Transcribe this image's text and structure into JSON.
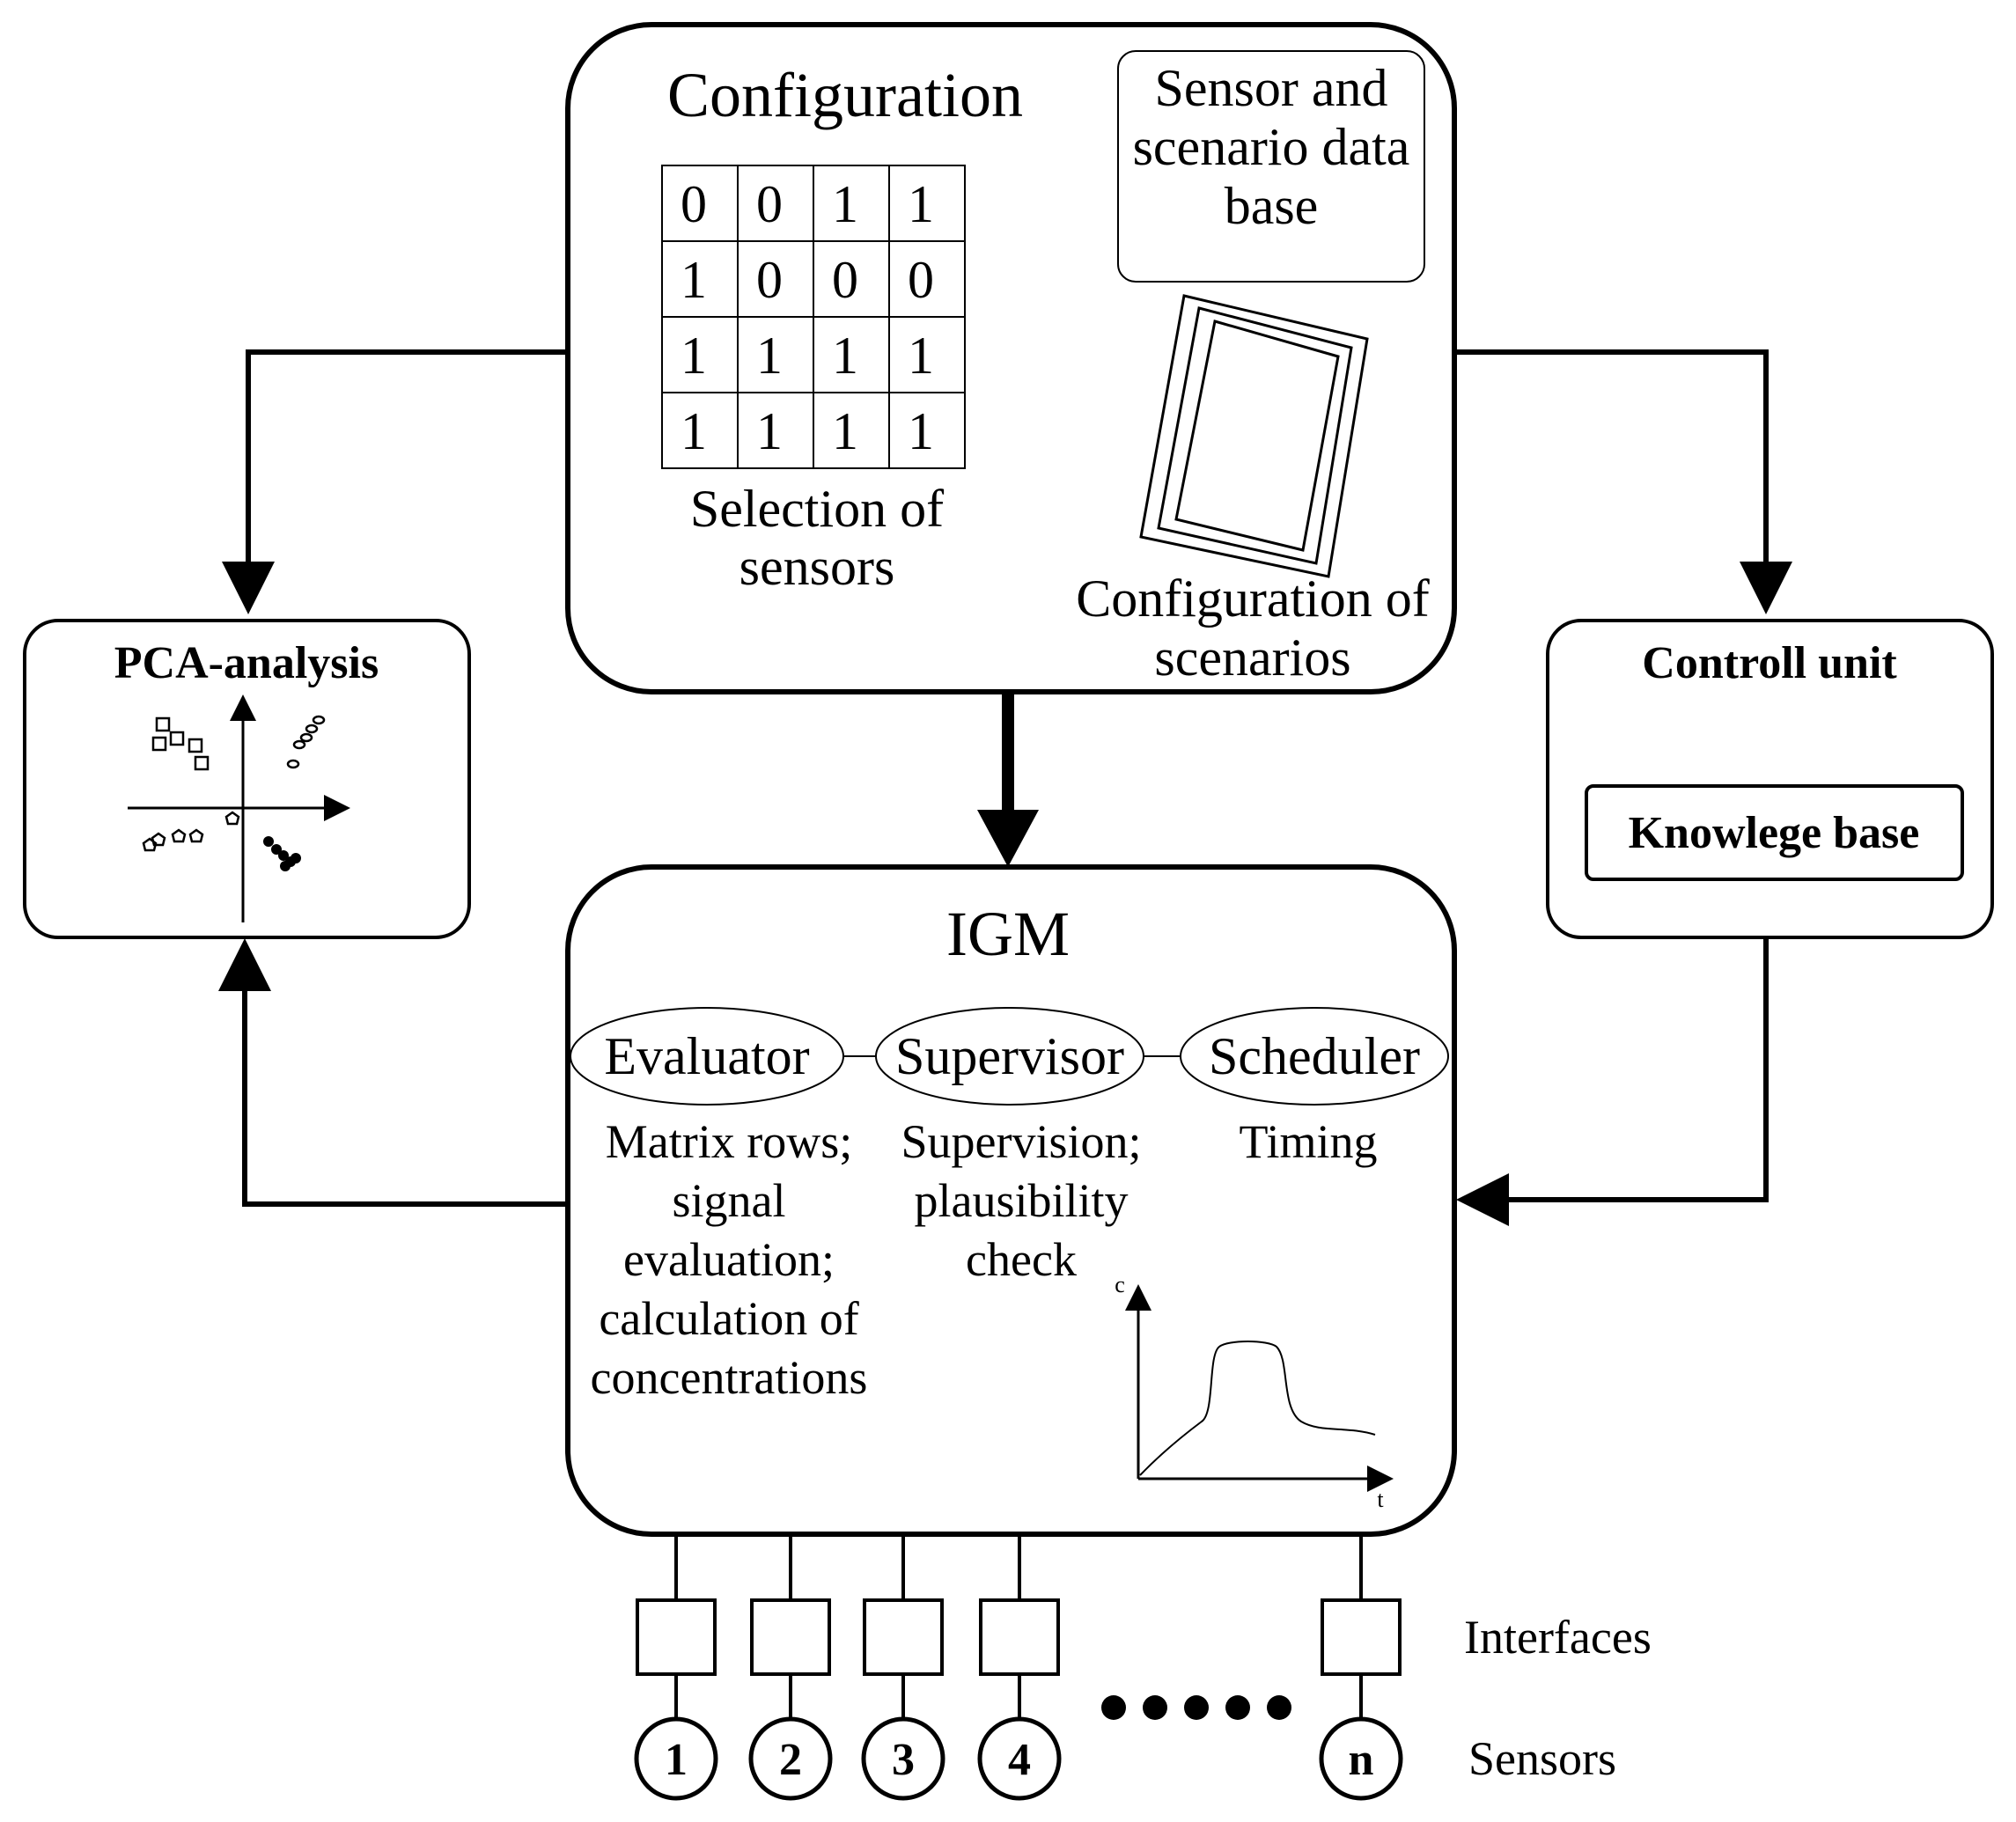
{
  "configuration": {
    "title": "Configuration",
    "matrix": [
      [
        "0",
        "0",
        "1",
        "1"
      ],
      [
        "1",
        "0",
        "0",
        "0"
      ],
      [
        "1",
        "1",
        "1",
        "1"
      ],
      [
        "1",
        "1",
        "1",
        "1"
      ]
    ],
    "matrix_caption": [
      "Selection of",
      "sensors"
    ],
    "database_label": [
      "Sensor and",
      "scenario data",
      "base"
    ],
    "scenarios_label": [
      "Configuration of",
      "scenarios"
    ]
  },
  "pca": {
    "title": "PCA-analysis"
  },
  "control": {
    "title": "Controll unit",
    "knowledge_base": "Knowlege base"
  },
  "igm": {
    "title": "IGM",
    "modules": [
      {
        "name": "Evaluator",
        "desc": [
          "Matrix rows;",
          "signal",
          "evaluation;",
          "calculation of",
          "concentrations"
        ]
      },
      {
        "name": "Supervisor",
        "desc": [
          "Supervision;",
          "plausibility",
          "check"
        ]
      },
      {
        "name": "Scheduler",
        "desc": [
          "Timing"
        ]
      }
    ],
    "plot": {
      "ylabel": "c",
      "xlabel": "t"
    }
  },
  "interfaces_label": "Interfaces",
  "sensors_label": "Sensors",
  "sensors": [
    "1",
    "2",
    "3",
    "4",
    "n"
  ]
}
